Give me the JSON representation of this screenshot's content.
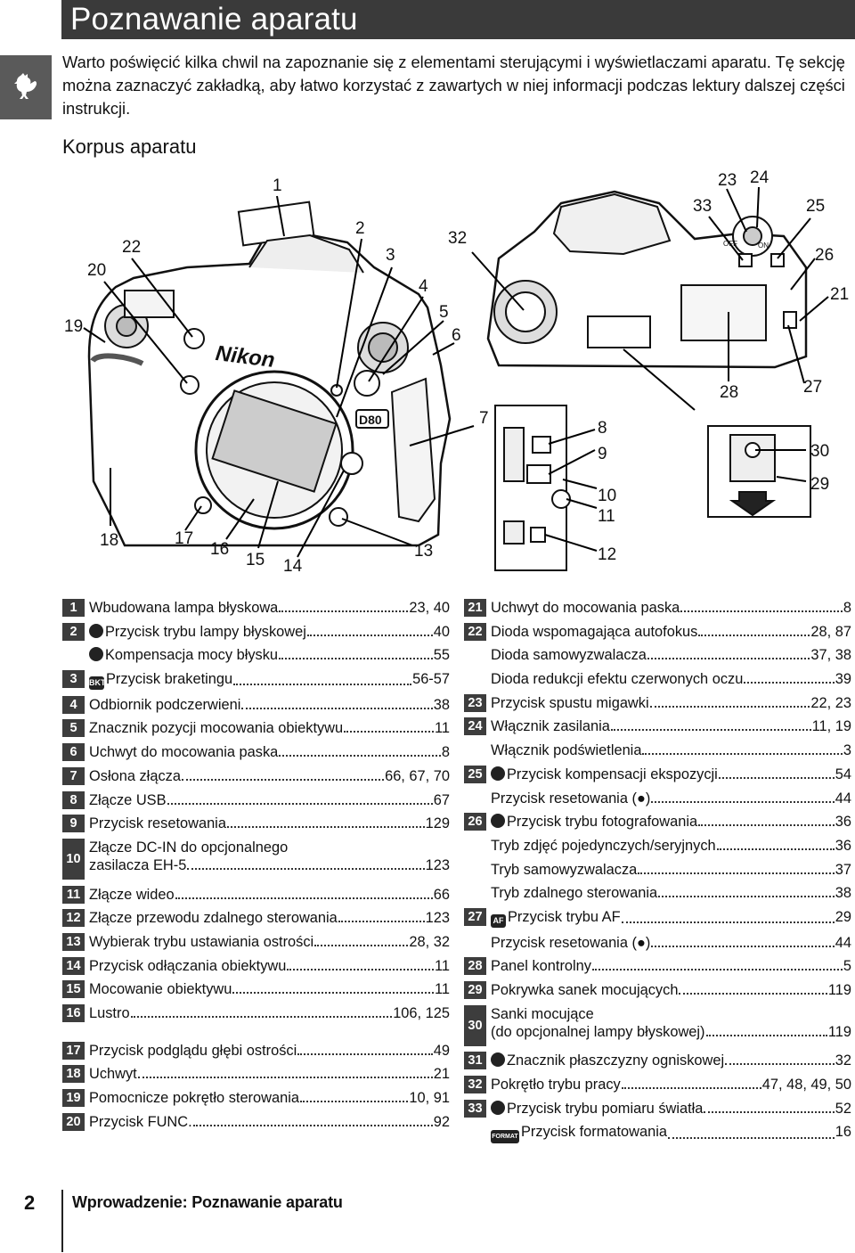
{
  "title": "Poznawanie aparatu",
  "intro": "Warto poświęcić kilka chwil na zapoznanie się z elementami sterującymi i wyświetlaczami aparatu. Tę sekcję można zaznaczyć zakładką, aby łatwo korzystać z zawartych w niej informacji podczas lektury dalszej części instrukcji.",
  "section_heading": "Korpus aparatu",
  "diagram": {
    "callouts": [
      "1",
      "2",
      "3",
      "4",
      "5",
      "6",
      "7",
      "8",
      "9",
      "10",
      "11",
      "12",
      "13",
      "14",
      "15",
      "16",
      "17",
      "18",
      "19",
      "20",
      "21",
      "22",
      "23",
      "24",
      "25",
      "26",
      "27",
      "28",
      "29",
      "30",
      "32",
      "33"
    ],
    "camera_brand": "Nikon",
    "model_badge": "D80",
    "dial_labels": [
      "OFF",
      "ON"
    ]
  },
  "parts_left": [
    {
      "num": "1",
      "text": "Wbudowana lampa błyskowa",
      "pages": "23, 40"
    },
    {
      "num": "2",
      "icon": "flash-icon",
      "text": "Przycisk trybu lampy błyskowej",
      "pages": "40"
    },
    {
      "num": "",
      "icon": "flash-compensation-icon",
      "text": "Kompensacja mocy błysku",
      "pages": "55"
    },
    {
      "num": "3",
      "icon": "bkt-icon",
      "icon_text": "BKT",
      "text": "Przycisk braketingu",
      "pages": "56-57"
    },
    {
      "num": "4",
      "text": "Odbiornik podczerwieni",
      "pages": "38"
    },
    {
      "num": "5",
      "text": "Znacznik pozycji mocowania obiektywu",
      "pages": "11"
    },
    {
      "num": "6",
      "text": "Uchwyt do mocowania paska",
      "pages": "8"
    },
    {
      "num": "7",
      "text": "Osłona złącza",
      "pages": "66, 67, 70"
    },
    {
      "num": "8",
      "text": "Złącze USB",
      "pages": "67"
    },
    {
      "num": "9",
      "text": "Przycisk resetowania",
      "pages": "129"
    },
    {
      "num": "10",
      "line1": "Złącze DC-IN do opcjonalnego",
      "text": "zasilacza EH-5",
      "pages": "123"
    },
    {
      "num": "11",
      "text": "Złącze wideo",
      "pages": "66"
    },
    {
      "num": "12",
      "text": "Złącze przewodu zdalnego sterowania",
      "pages": "123"
    },
    {
      "num": "13",
      "text": "Wybierak trybu ustawiania ostrości",
      "pages": "28, 32"
    },
    {
      "num": "14",
      "text": "Przycisk odłączania obiektywu",
      "pages": "11"
    },
    {
      "num": "15",
      "text": "Mocowanie obiektywu",
      "pages": "11"
    },
    {
      "num": "16",
      "text": "Lustro",
      "pages": "106, 125"
    },
    {
      "num": "17",
      "text": "Przycisk podglądu głębi ostrości",
      "pages": "49"
    },
    {
      "num": "18",
      "text": "Uchwyt",
      "pages": "21"
    },
    {
      "num": "19",
      "text": "Pomocnicze pokrętło sterowania",
      "pages": "10, 91"
    },
    {
      "num": "20",
      "text": "Przycisk FUNC.",
      "pages": "92"
    }
  ],
  "parts_right": [
    {
      "num": "21",
      "text": "Uchwyt do mocowania paska",
      "pages": "8"
    },
    {
      "num": "22",
      "text": "Dioda wspomagająca autofokus",
      "pages": "28, 87"
    },
    {
      "num": "",
      "text": "Dioda samowyzwalacza",
      "pages": "37, 38"
    },
    {
      "num": "",
      "text": "Dioda redukcji efektu czerwonych oczu",
      "pages": "39"
    },
    {
      "num": "23",
      "text": "Przycisk spustu migawki",
      "pages": "22, 23"
    },
    {
      "num": "24",
      "text": "Włącznik zasilania",
      "pages": "11, 19"
    },
    {
      "num": "",
      "text": "Włącznik podświetlenia",
      "pages": "3"
    },
    {
      "num": "25",
      "icon": "exposure-compensation-icon",
      "text": "Przycisk kompensacji ekspozycji",
      "pages": "54"
    },
    {
      "num": "",
      "text": "Przycisk resetowania (●)",
      "pages": "44"
    },
    {
      "num": "26",
      "icon": "shooting-mode-icon",
      "text": "Przycisk trybu fotografowania",
      "pages": "36"
    },
    {
      "num": "",
      "text": "Tryb zdjęć pojedynczych/seryjnych",
      "pages": "36"
    },
    {
      "num": "",
      "text": "Tryb samowyzwalacza",
      "pages": "37"
    },
    {
      "num": "",
      "text": "Tryb zdalnego sterowania",
      "pages": "38"
    },
    {
      "num": "27",
      "icon": "af-icon",
      "icon_text": "AF",
      "text": "Przycisk trybu AF",
      "pages": "29"
    },
    {
      "num": "",
      "text": "Przycisk resetowania (●)",
      "pages": "44"
    },
    {
      "num": "28",
      "text": "Panel kontrolny",
      "pages": "5"
    },
    {
      "num": "29",
      "text": "Pokrywka sanek mocujących",
      "pages": "119"
    },
    {
      "num": "30",
      "line1": "Sanki mocujące",
      "text": "(do opcjonalnej lampy błyskowej)",
      "pages": "119"
    },
    {
      "num": "31",
      "icon": "focal-plane-icon",
      "text": "Znacznik płaszczyzny ogniskowej",
      "pages": "32"
    },
    {
      "num": "32",
      "text": "Pokrętło trybu pracy",
      "pages": "47, 48, 49, 50"
    },
    {
      "num": "33",
      "icon": "metering-icon",
      "text": "Przycisk trybu pomiaru światła",
      "pages": "52"
    },
    {
      "num": "",
      "icon": "format-icon",
      "icon_text": "FORMAT",
      "text": "Przycisk formatowania",
      "pages": "16"
    }
  ],
  "footer": {
    "page_number": "2",
    "running_title": "Wprowadzenie: Poznawanie aparatu"
  },
  "colors": {
    "header_bar": "#3a3a3a",
    "number_box": "#3d3d3d",
    "side_tab": "#5a5a5a"
  }
}
